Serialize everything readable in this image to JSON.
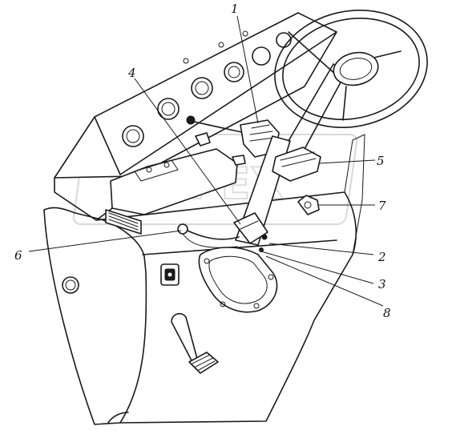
{
  "diagram": {
    "callouts": [
      {
        "id": "callout-1",
        "label": "1"
      },
      {
        "id": "callout-2",
        "label": "2"
      },
      {
        "id": "callout-3",
        "label": "3"
      },
      {
        "id": "callout-4",
        "label": "4"
      },
      {
        "id": "callout-5",
        "label": "5"
      },
      {
        "id": "callout-6",
        "label": "6"
      },
      {
        "id": "callout-7",
        "label": "7"
      },
      {
        "id": "callout-8",
        "label": "8"
      }
    ],
    "watermark": "OPEX"
  }
}
